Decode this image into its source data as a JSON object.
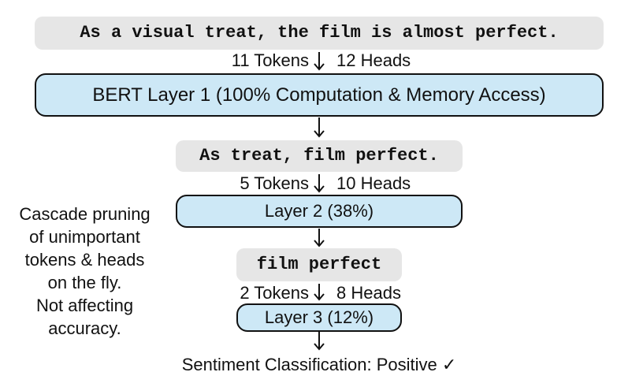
{
  "input_sentence": "As a visual treat, the film is almost perfect.",
  "stage1": {
    "tokens": "11 Tokens",
    "heads": "12 Heads",
    "layer": "BERT Layer 1 (100% Computation & Memory Access)"
  },
  "sentence2": "As treat, film perfect.",
  "stage2": {
    "tokens": "5 Tokens",
    "heads": "10 Heads",
    "layer": "Layer 2 (38%)"
  },
  "sentence3": "film perfect",
  "stage3": {
    "tokens": "2 Tokens",
    "heads": "8 Heads",
    "layer": "Layer 3 (12%)"
  },
  "side_note": {
    "line1": "Cascade pruning",
    "line2": "of unimportant",
    "line3": "tokens & heads",
    "line4": "on the fly.",
    "line5": "Not affecting",
    "line6": "accuracy."
  },
  "output": "Sentiment Classification: Positive ✓",
  "colors": {
    "layer_fill": "#cde8f6",
    "sentence_fill": "#e6e6e6"
  }
}
